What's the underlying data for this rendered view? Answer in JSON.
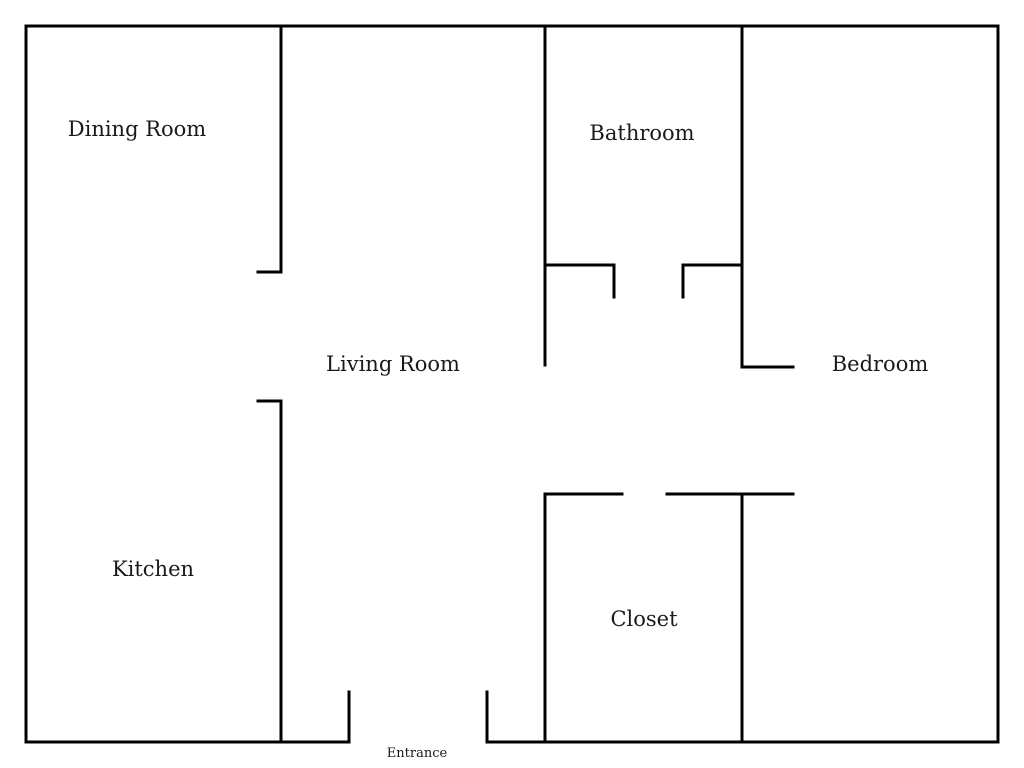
{
  "rooms": {
    "dining_room": "Dining Room",
    "living_room": "Living Room",
    "bathroom": "Bathroom",
    "bedroom": "Bedroom",
    "kitchen": "Kitchen",
    "closet": "Closet"
  },
  "entrance_label": "Entrance",
  "colors": {
    "wall": "#000000",
    "background": "#ffffff"
  }
}
